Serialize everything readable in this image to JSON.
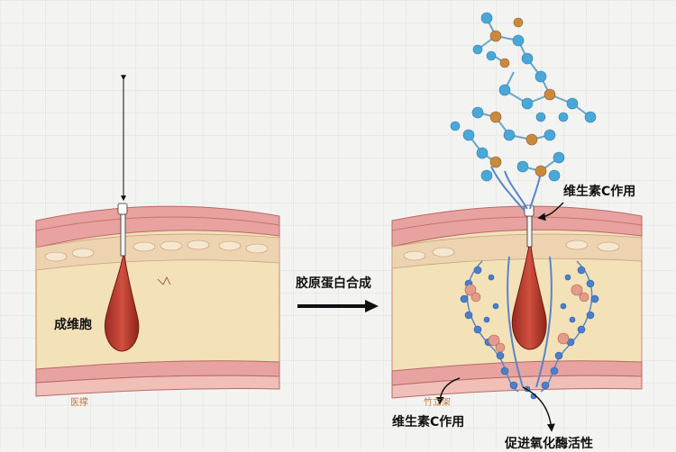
{
  "labels": {
    "fibroblast": "成维胞",
    "process": "胶原蛋白合成",
    "vitc_top": "维生素C作用",
    "vitc_bottom": "维生素C作用",
    "enzyme": "促进氧化酶活性",
    "small_left": "医撑",
    "small_mid": "竹立架"
  },
  "colors": {
    "background": "#f3f3f1",
    "grid": "#dcdcdc",
    "skin_pink": "#e8a3a0",
    "skin_pink_dark": "#c8726e",
    "dermis_tan": "#f3e1b8",
    "cell_red": "#b8392c",
    "atom_blue": "#4aa8d8",
    "atom_gold": "#c98a3d",
    "fiber_blue": "#5b86c6"
  }
}
